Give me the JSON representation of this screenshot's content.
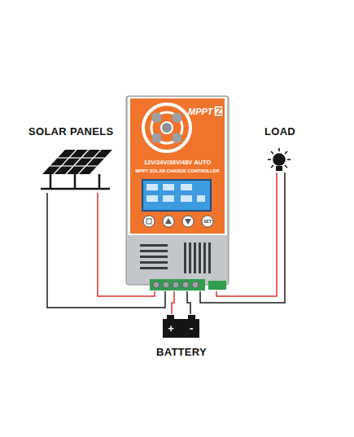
{
  "diagram": {
    "nodes": [
      {
        "text": [
          "SOLAR PANELS"
        ]
      },
      {
        "text": [
          "MPPT",
          "12V/24V/36V/48V AUTO",
          "MPPT SOLAR CHARGE CONTROLLER"
        ]
      },
      {
        "text": [
          "LOAD"
        ]
      },
      {
        "text": [
          "BATTERY"
        ]
      }
    ],
    "edges": [
      {
        "from": 0,
        "to": 1,
        "arrow": "none"
      },
      {
        "from": 0,
        "to": 1,
        "arrow": "none"
      },
      {
        "from": 3,
        "to": 1,
        "arrow": "none"
      },
      {
        "from": 3,
        "to": 1,
        "arrow": "none"
      },
      {
        "from": 2,
        "to": 1,
        "arrow": "none"
      },
      {
        "from": 2,
        "to": 1,
        "arrow": "none"
      }
    ],
    "labels": [
      "+",
      "-",
      "SET"
    ]
  }
}
